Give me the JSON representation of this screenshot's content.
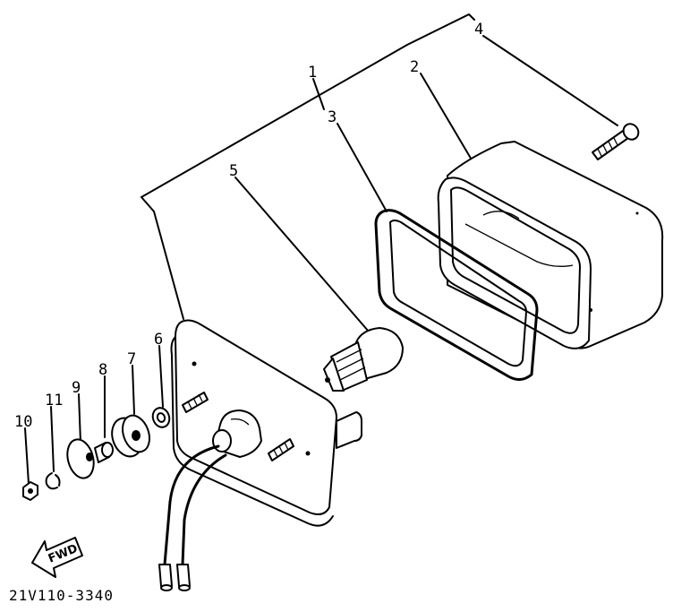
{
  "diagram": {
    "part_labels": [
      "1",
      "2",
      "3",
      "4",
      "5",
      "6",
      "7",
      "8",
      "9",
      "10",
      "11"
    ],
    "direction_tag": "FWD",
    "drawing_code": "21V110-3340"
  }
}
